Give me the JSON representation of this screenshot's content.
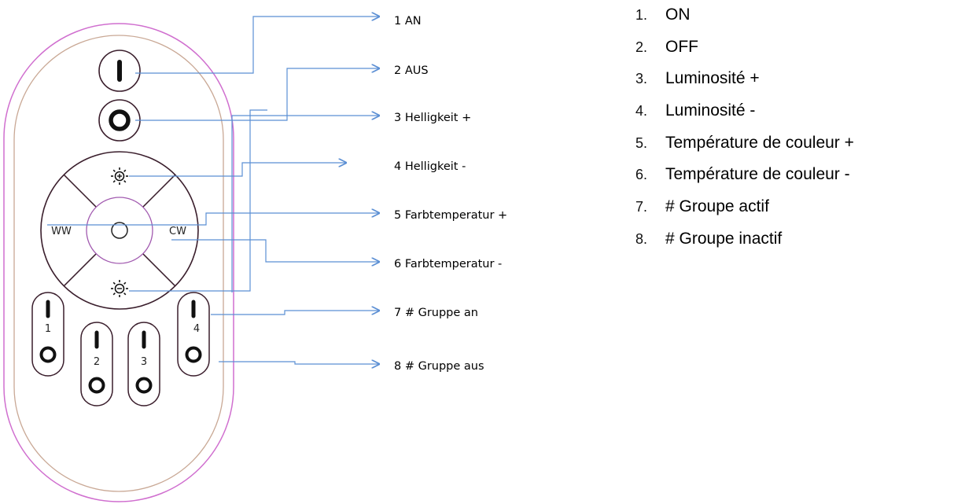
{
  "colors": {
    "remote_outer": "#d06fcf",
    "remote_inner": "#c9a895",
    "connector": "#5b8fd4",
    "button_outline": "#3a1e2c",
    "center_ring": "#a25bb0"
  },
  "remote": {
    "power_on_icon": "power-on-icon",
    "power_off_icon": "power-off-icon",
    "brightness_up_icon": "sun-plus-icon",
    "brightness_down_icon": "sun-minus-icon",
    "warm_white_label": "WW",
    "cool_white_label": "CW",
    "groups": [
      {
        "number": "1"
      },
      {
        "number": "2"
      },
      {
        "number": "3"
      },
      {
        "number": "4"
      }
    ]
  },
  "callouts": [
    {
      "text": "1 AN"
    },
    {
      "text": "2 AUS"
    },
    {
      "text": "3 Helligkeit +"
    },
    {
      "text": "4 Helligkeit -"
    },
    {
      "text": "5 Farbtemperatur +"
    },
    {
      "text": "6 Farbtemperatur -"
    },
    {
      "text": "7 # Gruppe an"
    },
    {
      "text": "8 # Gruppe aus"
    }
  ],
  "french_list": [
    {
      "number": "1.",
      "text": "ON"
    },
    {
      "number": "2.",
      "text": "OFF"
    },
    {
      "number": "3.",
      "text": "Luminosité +"
    },
    {
      "number": "4.",
      "text": "Luminosité -"
    },
    {
      "number": "5.",
      "text": "Température de couleur +"
    },
    {
      "number": "6.",
      "text": "Température de couleur -"
    },
    {
      "number": "7.",
      "text": "# Groupe actif"
    },
    {
      "number": "8.",
      "text": "# Groupe inactif"
    }
  ]
}
